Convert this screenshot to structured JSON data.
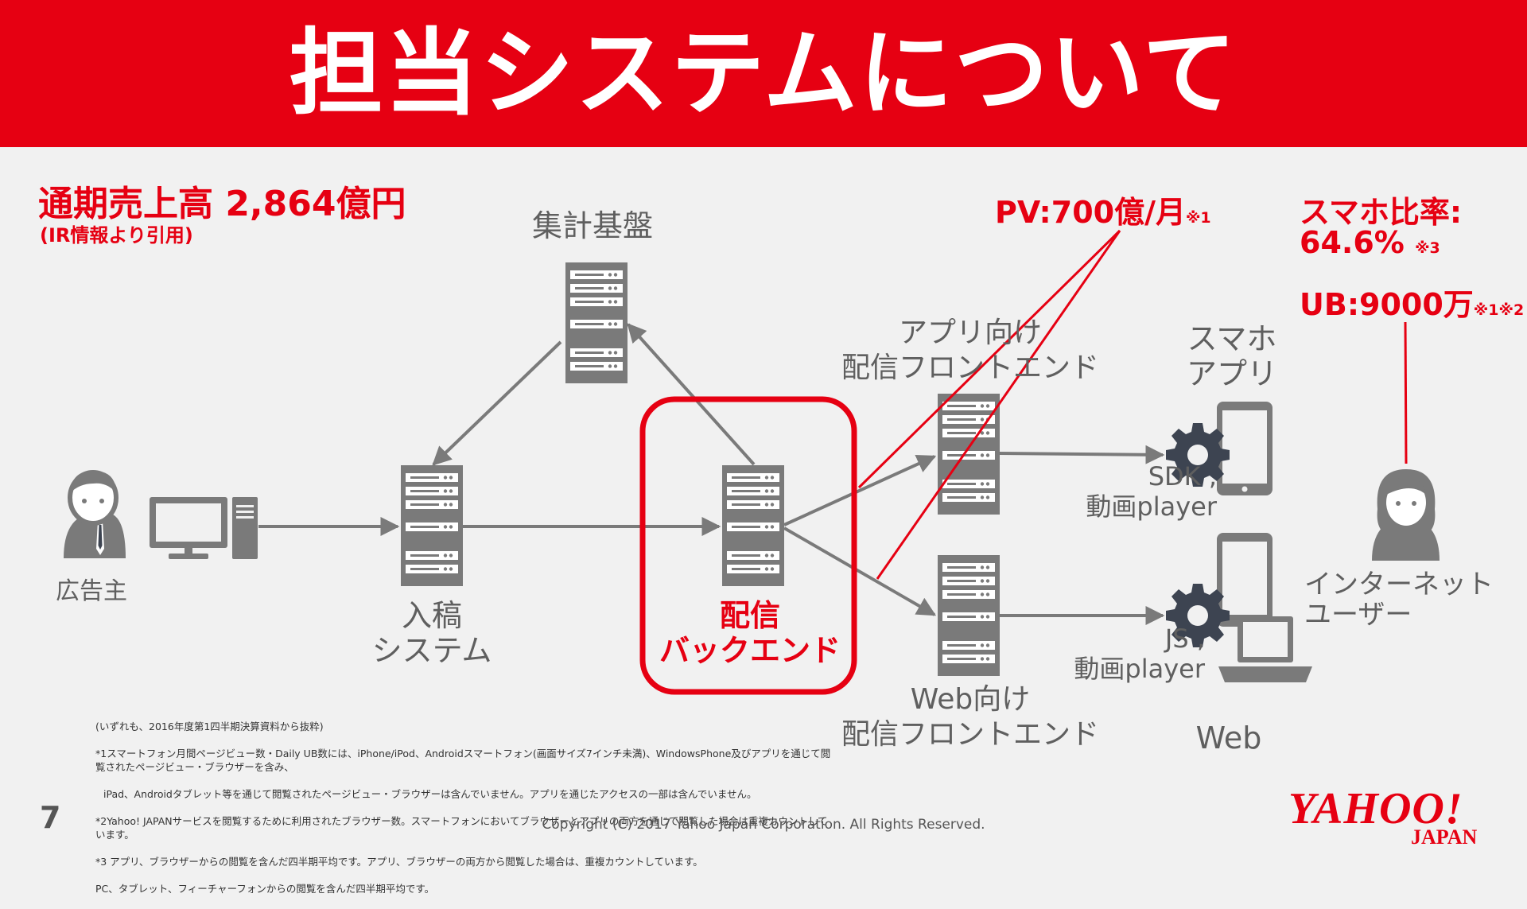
{
  "title": "担当システムについて",
  "revenue": {
    "line1": "通期売上高 2,864億円",
    "line2": "(IR情報より引用)"
  },
  "stats": {
    "pv": "PV:700億/月",
    "pv_note": "※1",
    "smartphone_ratio_label": "スマホ比率:",
    "smartphone_ratio_value": "64.6%",
    "smartphone_ratio_note": "※3",
    "ub": "UB:9000万",
    "ub_note": "※1※2"
  },
  "nodes": {
    "aggregation": "集計基盤",
    "advertiser": "広告主",
    "submission_1": "入稿",
    "submission_2": "システム",
    "delivery_1": "配信",
    "delivery_2": "バックエンド",
    "app_front_1": "アプリ向け",
    "app_front_2": "配信フロントエンド",
    "web_front_1": "Web向け",
    "web_front_2": "配信フロントエンド",
    "sdk_1": "SDK ,",
    "sdk_2": "動画player",
    "js_1": "JS ,",
    "js_2": "動画player",
    "smartphone_app_1": "スマホ",
    "smartphone_app_2": "アプリ",
    "web": "Web",
    "user_1": "インターネット",
    "user_2": "ユーザー"
  },
  "footnotes": {
    "n0": "(いずれも、2016年度第1四半期決算資料から抜粋)",
    "n1": "*1スマートフォン月間ページビュー数・Daily UB数には、iPhone/iPod、Androidスマートフォン(画面サイズ7インチ未満)、WindowsPhone及びアプリを通じて閲覧されたページビュー・ブラウザーを含み、",
    "n2": "iPad、Androidタブレット等を通じて閲覧されたページビュー・ブラウザーは含んでいません。アプリを通じたアクセスの一部は含んでいません。",
    "n3": "*2Yahoo! JAPANサービスを閲覧するために利用されたブラウザー数。スマートフォンにおいてブラウザーとアプリの両方を通じて閲覧した場合は重複カウントしています。",
    "n4": "*3 アプリ、ブラウザーからの閲覧を含んだ四半期平均です。アプリ、ブラウザーの両方から閲覧した場合は、重複カウントしています。",
    "n5": "PC、タブレット、フィーチャーフォンからの閲覧を含んだ四半期平均です。"
  },
  "page_number": "7",
  "copyright": "Copyright (C) 2017 Yahoo Japan Corporation. All Rights Reserved.",
  "logo": {
    "main": "YAHOO!",
    "sub": "JAPAN"
  },
  "colors": {
    "brand_red": "#e60012",
    "icon_gray": "#7a7a7a",
    "gear": "#3d4451",
    "background": "#f1f1f1"
  }
}
